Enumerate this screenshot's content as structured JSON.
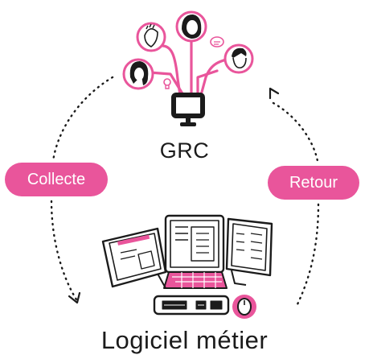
{
  "diagram": {
    "top_label": "GRC",
    "bottom_label": "Logiciel métier",
    "left_pill": "Collecte",
    "right_pill": "Retour"
  },
  "colors": {
    "accent": "#e9559b",
    "ink": "#1b1b1b",
    "avatar_bg": "#ffffff"
  },
  "icons": {
    "people": [
      "person-avatar-icon",
      "person-avatar-icon",
      "person-avatar-icon",
      "person-avatar-icon"
    ],
    "top_device": "monitor-icon",
    "bottom_device": "multi-monitor-workstation-icon",
    "mouse": "mouse-icon",
    "lightbulb": "lightbulb-icon",
    "speech": "speech-bubble-icon"
  }
}
